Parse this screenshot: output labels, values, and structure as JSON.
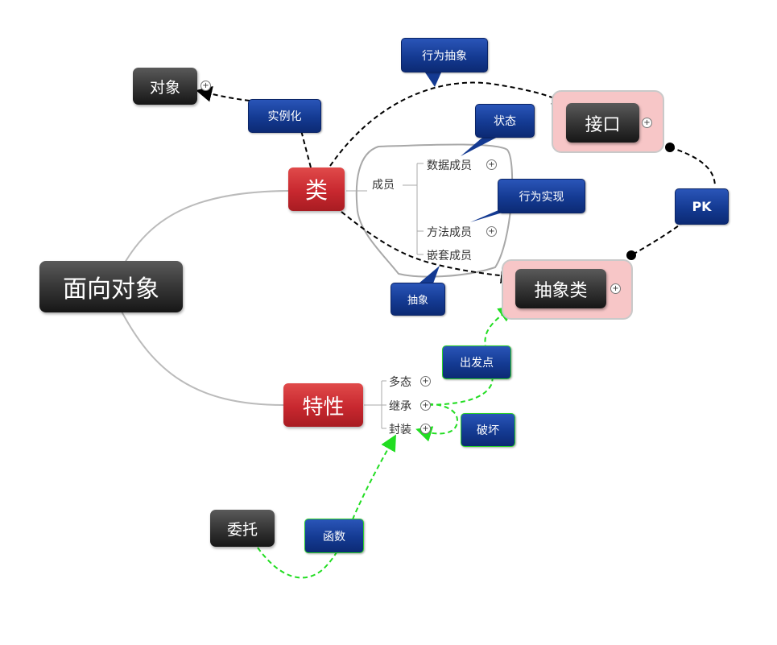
{
  "root": {
    "label": "面向对象"
  },
  "class_node": {
    "label": "类"
  },
  "feature_node": {
    "label": "特性"
  },
  "object_node": {
    "label": "对象"
  },
  "interface_node": {
    "label": "接口"
  },
  "abstract_class_node": {
    "label": "抽象类"
  },
  "delegate_node": {
    "label": "委托"
  },
  "members": {
    "label": "成员",
    "items": [
      "数据成员",
      "方法成员",
      "嵌套成员"
    ]
  },
  "features": {
    "items": [
      "多态",
      "继承",
      "封装"
    ]
  },
  "notes": {
    "instantiate": "实例化",
    "behavior_abstract": "行为抽象",
    "state": "状态",
    "behavior_impl": "行为实现",
    "abstract": "抽象",
    "pk": "PK",
    "starting_point": "出发点",
    "destroy": "破坏",
    "function": "函数"
  },
  "expand_symbol": "+",
  "colors": {
    "note_blue": "#143a92",
    "class_red": "#c8282f",
    "highlight_pink": "#f7c6c7",
    "green_link": "#22dd22"
  }
}
